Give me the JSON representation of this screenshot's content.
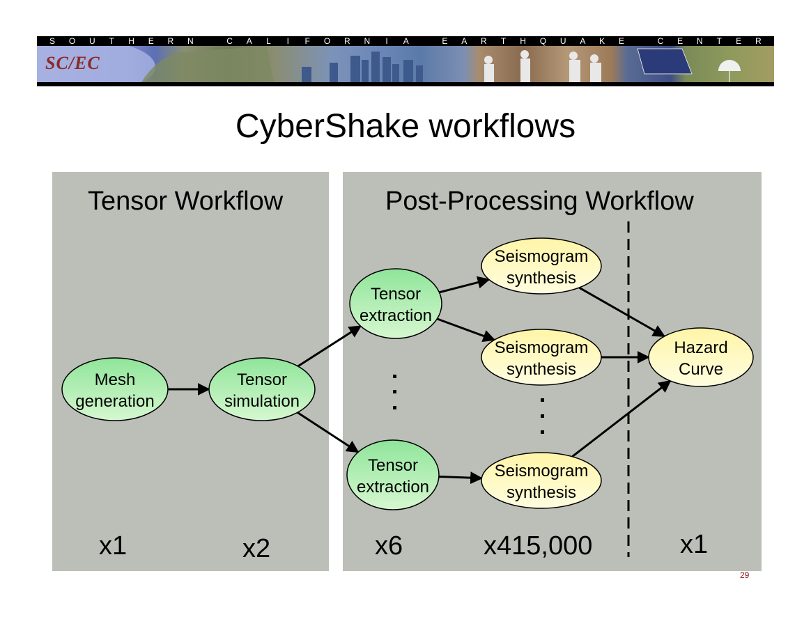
{
  "banner": {
    "org_letters": [
      "S",
      "O",
      "U",
      "T",
      "H",
      "E",
      "R",
      "N",
      " ",
      "C",
      "A",
      "L",
      "I",
      "F",
      "O",
      "R",
      "N",
      "I",
      "A",
      " ",
      "E",
      "A",
      "R",
      "T",
      "H",
      "Q",
      "U",
      "A",
      "K",
      "E",
      " ",
      "C",
      "E",
      "N",
      "T",
      "E",
      "R"
    ],
    "org_name": "SOUTHERN CALIFORNIA EARTHQUAKE CENTER",
    "logo_text": "SC/EC"
  },
  "title": "CyberShake workflows",
  "panels": {
    "tensor": {
      "title": "Tensor Workflow"
    },
    "post": {
      "title": "Post-Processing Workflow"
    }
  },
  "nodes": {
    "mesh": {
      "line1": "Mesh",
      "line2": "generation",
      "color": "green"
    },
    "tensor_sim": {
      "line1": "Tensor",
      "line2": "simulation",
      "color": "green"
    },
    "extract_top": {
      "line1": "Tensor",
      "line2": "extraction",
      "color": "green"
    },
    "extract_bottom": {
      "line1": "Tensor",
      "line2": "extraction",
      "color": "green"
    },
    "seis_top": {
      "line1": "Seismogram",
      "line2": "synthesis",
      "color": "yellow"
    },
    "seis_mid": {
      "line1": "Seismogram",
      "line2": "synthesis",
      "color": "yellow"
    },
    "seis_bottom": {
      "line1": "Seismogram",
      "line2": "synthesis",
      "color": "yellow"
    },
    "hazard": {
      "line1": "Hazard",
      "line2": "Curve",
      "color": "yellow"
    }
  },
  "edges": [
    [
      "mesh",
      "tensor_sim"
    ],
    [
      "tensor_sim",
      "extract_top"
    ],
    [
      "tensor_sim",
      "extract_bottom"
    ],
    [
      "extract_top",
      "seis_top"
    ],
    [
      "extract_top",
      "seis_mid"
    ],
    [
      "extract_bottom",
      "seis_bottom"
    ],
    [
      "seis_top",
      "hazard"
    ],
    [
      "seis_mid",
      "hazard"
    ],
    [
      "seis_bottom",
      "hazard"
    ]
  ],
  "multiplicities": {
    "mesh": "x1",
    "tensor_sim": "x2",
    "extraction": "x6",
    "seismogram": "x415,000",
    "hazard": "x1"
  },
  "colors": {
    "panel_bg": "#bcbfb8",
    "green_top": "#8fe59a",
    "green_bottom": "#d6f7d0",
    "yellow_top": "#fff5a8",
    "yellow_bottom": "#fffde0",
    "slide_number": "#8b1a1a",
    "logo": "#8b2a2a"
  },
  "slide_number": "29"
}
